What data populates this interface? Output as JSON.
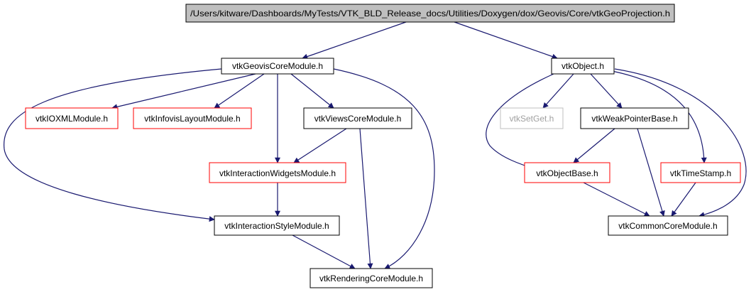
{
  "colors": {
    "edge": "#191970",
    "border_default": "#000000",
    "border_missing": "#ff0000",
    "border_hidden": "#bfbfbf",
    "root_fill": "#bfbfbf",
    "node_fill": "#ffffff"
  },
  "nodes": [
    {
      "id": "root",
      "label": "/Users/kitware/Dashboards/MyTests/VTK_BLD_Release_docs/Utilities/Doxygen/dox/Geovis/Core/vtkGeoProjection.h",
      "style": "root"
    },
    {
      "id": "geoviscore",
      "label": "vtkGeovisCoreModule.h",
      "style": "default"
    },
    {
      "id": "object",
      "label": "vtkObject.h",
      "style": "default"
    },
    {
      "id": "ioxml",
      "label": "vtkIOXMLModule.h",
      "style": "missing"
    },
    {
      "id": "infovis",
      "label": "vtkInfovisLayoutModule.h",
      "style": "missing"
    },
    {
      "id": "viewscore",
      "label": "vtkViewsCoreModule.h",
      "style": "default"
    },
    {
      "id": "setget",
      "label": "vtkSetGet.h",
      "style": "hidden"
    },
    {
      "id": "weakptr",
      "label": "vtkWeakPointerBase.h",
      "style": "default"
    },
    {
      "id": "interwidgets",
      "label": "vtkInteractionWidgetsModule.h",
      "style": "missing"
    },
    {
      "id": "objectbase",
      "label": "vtkObjectBase.h",
      "style": "missing"
    },
    {
      "id": "timestamp",
      "label": "vtkTimeStamp.h",
      "style": "missing"
    },
    {
      "id": "interstyle",
      "label": "vtkInteractionStyleModule.h",
      "style": "default"
    },
    {
      "id": "commoncore",
      "label": "vtkCommonCoreModule.h",
      "style": "default"
    },
    {
      "id": "renderingcore",
      "label": "vtkRenderingCoreModule.h",
      "style": "default"
    }
  ],
  "edges": [
    {
      "from": "root",
      "to": "geoviscore"
    },
    {
      "from": "root",
      "to": "object"
    },
    {
      "from": "geoviscore",
      "to": "ioxml"
    },
    {
      "from": "geoviscore",
      "to": "infovis"
    },
    {
      "from": "geoviscore",
      "to": "interwidgets"
    },
    {
      "from": "geoviscore",
      "to": "viewscore"
    },
    {
      "from": "geoviscore",
      "to": "interstyle"
    },
    {
      "from": "geoviscore",
      "to": "renderingcore"
    },
    {
      "from": "viewscore",
      "to": "interwidgets"
    },
    {
      "from": "viewscore",
      "to": "renderingcore"
    },
    {
      "from": "interwidgets",
      "to": "interstyle"
    },
    {
      "from": "interstyle",
      "to": "renderingcore"
    },
    {
      "from": "object",
      "to": "objectbase"
    },
    {
      "from": "object",
      "to": "setget"
    },
    {
      "from": "object",
      "to": "weakptr"
    },
    {
      "from": "object",
      "to": "timestamp"
    },
    {
      "from": "object",
      "to": "commoncore"
    },
    {
      "from": "weakptr",
      "to": "objectbase"
    },
    {
      "from": "weakptr",
      "to": "commoncore"
    },
    {
      "from": "objectbase",
      "to": "commoncore"
    },
    {
      "from": "timestamp",
      "to": "commoncore"
    }
  ]
}
